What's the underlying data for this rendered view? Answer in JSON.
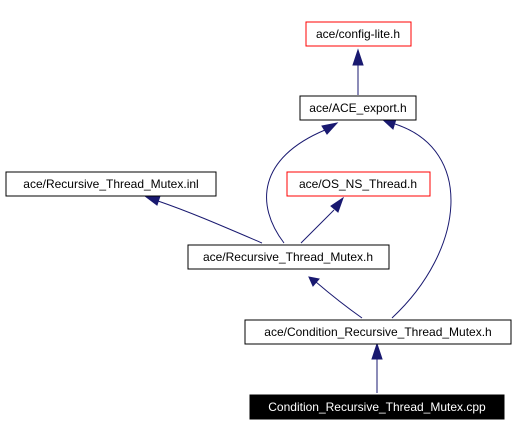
{
  "graph": {
    "edge_color": "#191970",
    "missing_border_color": "#ff0000",
    "nodes": [
      {
        "id": "config_lite",
        "label": "ace/config-lite.h",
        "style": "missing"
      },
      {
        "id": "ace_export",
        "label": "ace/ACE_export.h",
        "style": "normal"
      },
      {
        "id": "rtm_inl",
        "label": "ace/Recursive_Thread_Mutex.inl",
        "style": "normal"
      },
      {
        "id": "os_ns_thread",
        "label": "ace/OS_NS_Thread.h",
        "style": "missing"
      },
      {
        "id": "rtm_h",
        "label": "ace/Recursive_Thread_Mutex.h",
        "style": "normal"
      },
      {
        "id": "crtm_h",
        "label": "ace/Condition_Recursive_Thread_Mutex.h",
        "style": "normal"
      },
      {
        "id": "crtm_cpp",
        "label": "Condition_Recursive_Thread_Mutex.cpp",
        "style": "root"
      }
    ],
    "edges": [
      {
        "from": "crtm_cpp",
        "to": "crtm_h"
      },
      {
        "from": "crtm_h",
        "to": "rtm_h"
      },
      {
        "from": "crtm_h",
        "to": "ace_export"
      },
      {
        "from": "rtm_h",
        "to": "rtm_inl"
      },
      {
        "from": "rtm_h",
        "to": "os_ns_thread"
      },
      {
        "from": "rtm_h",
        "to": "ace_export"
      },
      {
        "from": "ace_export",
        "to": "config_lite"
      }
    ]
  }
}
